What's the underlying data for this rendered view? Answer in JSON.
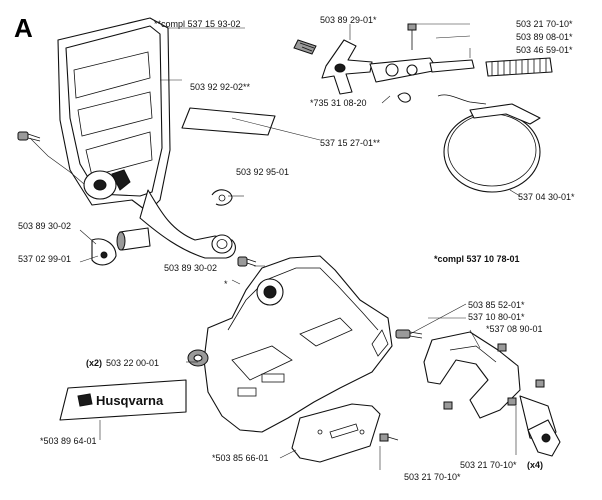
{
  "section_letter": "A",
  "brand_label": {
    "text": "Husqvarna"
  },
  "labels": {
    "compl_537_15_93_02": "**compl 537 15 93-02",
    "p503_92_92_02": "503 92 92-02**",
    "p537_15_27_01": "537 15 27-01**",
    "p503_92_95_01": "503 92 95-01",
    "p503_89_30_02_a": "503 89 30-02",
    "p537_02_99_01": "537 02 99-01",
    "p503_89_30_02_b": "503 89 30-02",
    "p503_89_29_01": "503 89 29-01*",
    "p503_21_70_10_top": "503 21 70-10*",
    "p503_89_08_01": "503 89 08-01*",
    "p503_46_59_01": "503 46 59-01*",
    "p735_31_08_20": "*735 31 08-20",
    "p537_04_30_01": "537 04 30-01*",
    "compl_537_10_78_01": "*compl 537 10 78-01",
    "star_mark": "*",
    "p503_85_52_01": "503 85 52-01*",
    "p537_10_80_01": "537 10 80-01*",
    "p537_08_90_01": "*537 08 90-01",
    "p503_22_00_01": "503 22 00-01",
    "x2": "(x2)",
    "p503_89_64_01": "*503 89 64-01",
    "p503_85_66_01": "*503 85 66-01",
    "p503_21_70_10_bottom": "503 21 70-10*",
    "p503_21_70_10_x4": "503 21 70-10*",
    "x4": "(x4)"
  }
}
